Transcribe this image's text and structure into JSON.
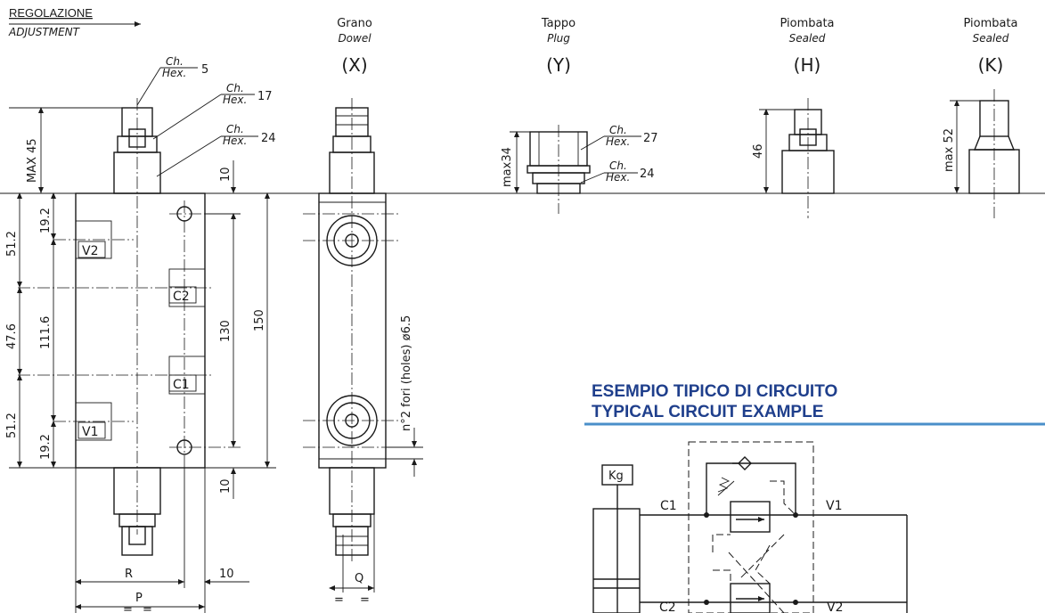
{
  "adjustment": {
    "it": "REGOLAZIONE",
    "en": "ADJUSTMENT"
  },
  "variants": [
    {
      "it": "Grano",
      "en": "Dowel",
      "code": "(X)"
    },
    {
      "it": "Tappo",
      "en": "Plug",
      "code": "(Y)"
    },
    {
      "it": "Piombata",
      "en": "Sealed",
      "code": "(H)"
    },
    {
      "it": "Piombata",
      "en": "Sealed",
      "code": "(K)"
    }
  ],
  "hex": {
    "it": "Ch.",
    "en": "Hex.",
    "sizes": [
      "5",
      "17",
      "24",
      "27",
      "24"
    ]
  },
  "dims": {
    "max45": "MAX 45",
    "d10a": "10",
    "d10b": "10",
    "d10c": "10",
    "d51a": "51.2",
    "d19a": "19.2",
    "d47": "47.6",
    "d111": "111.6",
    "d51b": "51.2",
    "d19b": "19.2",
    "d130": "130",
    "d150": "150",
    "holes": "n°2 fori (holes) ø6.5",
    "max34": "max34",
    "d46": "46",
    "max52": "max 52",
    "R": "R",
    "P": "P",
    "Q": "Q",
    "eq": "="
  },
  "ports": {
    "V2": "V2",
    "C2": "C2",
    "C1": "C1",
    "V1": "V1"
  },
  "circuit": {
    "title_it": "ESEMPIO TIPICO DI CIRCUITO",
    "title_en": "TYPICAL CIRCUIT EXAMPLE",
    "load": "Kg",
    "C1": "C1",
    "V1": "V1",
    "C2": "C2",
    "V2": "V2"
  }
}
